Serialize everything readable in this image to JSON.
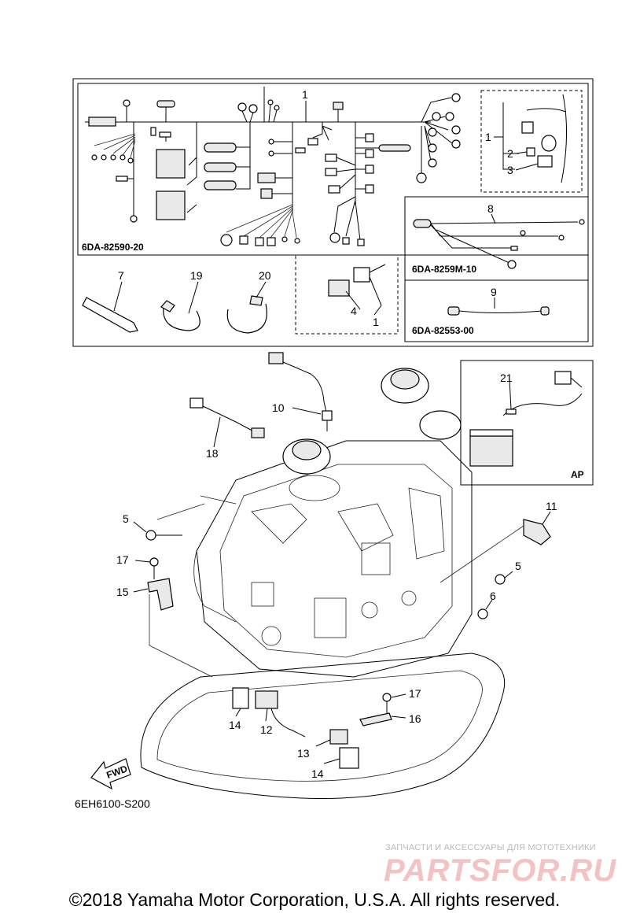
{
  "codes": {
    "harness_main": "6DA-82590-20",
    "harness_sub": "6DA-8259M-10",
    "lead": "6DA-82553-00",
    "drawing": "6EH6100-S200",
    "ap": "AP",
    "fwd": "FWD"
  },
  "callouts": {
    "n1": "1",
    "n2": "2",
    "n3": "3",
    "n4": "4",
    "n5": "5",
    "n6": "6",
    "n7": "7",
    "n8": "8",
    "n9": "9",
    "n10": "10",
    "n11": "11",
    "n12": "12",
    "n13": "13",
    "n14": "14",
    "n15": "15",
    "n16": "16",
    "n17": "17",
    "n18": "18",
    "n19": "19",
    "n20": "20",
    "n21": "21"
  },
  "watermark": {
    "tagline": "ЗАПЧАСТИ И АКСЕССУАРЫ ДЛЯ МОТОТЕХНИКИ",
    "brand": "PARTSFOR.RU"
  },
  "footer": {
    "copyright": "©2018 Yamaha Motor Corporation, U.S.A. All rights reserved."
  }
}
